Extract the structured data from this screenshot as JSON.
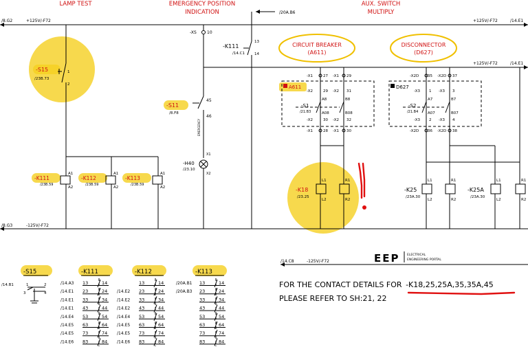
{
  "headers": {
    "lamp_test": "LAMP TEST",
    "emergency_1": "EMERGENCY POSITION",
    "emergency_2": "INDICATION",
    "aux_1": "AUX. SWITCH",
    "aux_2": "MULTIPLY"
  },
  "refs": {
    "top_left": "/8.G2",
    "bottom_left": "/8.G3",
    "top_right": "/14.E1",
    "mid_right": "/14.E1",
    "bus_right": "/14.E1",
    "bus_20a": "/20A.B6",
    "bus_14c8": "/14.C8"
  },
  "bus": {
    "p125_top": "+125V/-F72",
    "p125_right": "+125V/-F72",
    "p125_right2": "+125V/-F72",
    "n125_bottom": "-125V/-F72",
    "n125_right": "-125V/-F72"
  },
  "devices": {
    "s15": {
      "name": "-S15",
      "ref": "/23B.73",
      "t1": "1",
      "t2": "2"
    },
    "xs": {
      "name": "-XS",
      "pin": "10"
    },
    "k111": {
      "name": "-K111",
      "ref": "/14.C1",
      "p13": "13",
      "p14": "14"
    },
    "s11": {
      "name": "-S11",
      "ref": "/8.F8",
      "p45": "45",
      "p46": "46",
      "label": "EMERGENCY"
    },
    "h40": {
      "name": "-H40",
      "ref": "/23.10",
      "x1": "X1",
      "x2": "X2"
    },
    "k111c": {
      "name": "-K111",
      "ref": "/23B.59",
      "a1": "A1",
      "a2": "A2"
    },
    "k112c": {
      "name": "-K112",
      "ref": "/23B.59",
      "a1": "A1",
      "a2": "A2"
    },
    "k113c": {
      "name": "-K113",
      "ref": "/23B.59",
      "a1": "A1",
      "a2": "A2"
    },
    "k18": {
      "name": "-K18",
      "ref": "/23.25",
      "l1": "L1",
      "l2": "L2",
      "r1": "R1",
      "r2": "R2"
    },
    "k25": {
      "name": "-K25",
      "ref": "/23A.30",
      "l1": "L1",
      "l2": "L2",
      "r1": "R1",
      "r2": "R2"
    },
    "k25a": {
      "name": "-K25A",
      "ref": "/23A.30",
      "l1": "L1",
      "l2": "L2",
      "r1": "R1",
      "r2": "R2"
    }
  },
  "breaker": {
    "title_1": "CIRCUIT BREAKER",
    "title_2": "(A611)",
    "box_label": "A611",
    "s1": "-S1",
    "s1_ref": "/21.B3",
    "x1_27": "-X1",
    "p27": "27",
    "x1_29": "-X1",
    "p29": "29",
    "x2_29": "-X2",
    "p29b": "29",
    "x2_31": "-X2",
    "p31": "31",
    "a8": "A8",
    "b8": "B8",
    "a08": "A08",
    "b08": "B08",
    "x2_30": "-X2",
    "p30": "30",
    "x2_32": "-X2",
    "p32": "32",
    "x1_28": "-X1",
    "p28": "28",
    "x1_30": "-X1",
    "p30b": "30"
  },
  "disconnector": {
    "title_1": "DISCONNECTOR",
    "title_2": "(D627)",
    "box_label": "D627",
    "s2": "-S2",
    "s2_ref": "/21.B4",
    "x2d_35": "-X2D",
    "p35": "35",
    "x2d_37": "-X2D",
    "p37": "37",
    "x3_1": "-X3",
    "p1": "1",
    "x3_3": "-X3",
    "p3": "3",
    "a7": "A7",
    "b7": "B7",
    "a07": "A07",
    "b07": "B07",
    "x3_2": "-X3",
    "p2": "2",
    "x3_4": "-X3",
    "p4": "4",
    "x2d_36": "-X2D",
    "p36": "36",
    "x2d_38": "-X2D",
    "p38": "38"
  },
  "logo": {
    "letters": "EEP",
    "line1": "ELECTRICAL",
    "line2": "ENGINEERING PORTAL"
  },
  "note": {
    "line1_prefix": "FOR THE CONTACT DETAILS FOR",
    "line1_ids": "-K18,25,25A,35,35A,45",
    "line2": "PLEASE REFER TO SH:21, 22"
  },
  "tables": {
    "s15": {
      "title": "-S15",
      "ref": "/14.B1",
      "c1": "1",
      "c2": "2",
      "c3": "3",
      "c4": "4"
    },
    "k111": {
      "title": "-K111",
      "rows": [
        {
          "ref": "/14.A3",
          "a": "13",
          "b": "14"
        },
        {
          "ref": "/14.E1",
          "a": "23",
          "b": "24"
        },
        {
          "ref": "/14.E1",
          "a": "33",
          "b": "34"
        },
        {
          "ref": "/14.E1",
          "a": "43",
          "b": "44"
        },
        {
          "ref": "/14.E4",
          "a": "53",
          "b": "54"
        },
        {
          "ref": "/14.E5",
          "a": "63",
          "b": "64"
        },
        {
          "ref": "/14.E5",
          "a": "73",
          "b": "74"
        },
        {
          "ref": "/14.E6",
          "a": "83",
          "b": "84"
        }
      ]
    },
    "k112": {
      "title": "-K112",
      "rows": [
        {
          "ref": "",
          "a": "13",
          "b": "14"
        },
        {
          "ref": "/14.E2",
          "a": "23",
          "b": "24"
        },
        {
          "ref": "/14.E2",
          "a": "33",
          "b": "34"
        },
        {
          "ref": "/14.E2",
          "a": "43",
          "b": "44"
        },
        {
          "ref": "/14.E4",
          "a": "53",
          "b": "54"
        },
        {
          "ref": "/14.E5",
          "a": "63",
          "b": "64"
        },
        {
          "ref": "/14.E5",
          "a": "73",
          "b": "74"
        },
        {
          "ref": "/14.E6",
          "a": "83",
          "b": "84"
        }
      ]
    },
    "k113": {
      "title": "-K113",
      "rows": [
        {
          "ref": "/20A.B1",
          "a": "13",
          "b": "14"
        },
        {
          "ref": "/20A.B3",
          "a": "23",
          "b": "24"
        },
        {
          "ref": "",
          "a": "33",
          "b": "34"
        },
        {
          "ref": "",
          "a": "43",
          "b": "44"
        },
        {
          "ref": "",
          "a": "53",
          "b": "54"
        },
        {
          "ref": "",
          "a": "63",
          "b": "64"
        },
        {
          "ref": "",
          "a": "73",
          "b": "74"
        },
        {
          "ref": "",
          "a": "83",
          "b": "84"
        }
      ]
    }
  },
  "colors": {
    "highlight": "#f5d020",
    "red": "#d01010"
  }
}
